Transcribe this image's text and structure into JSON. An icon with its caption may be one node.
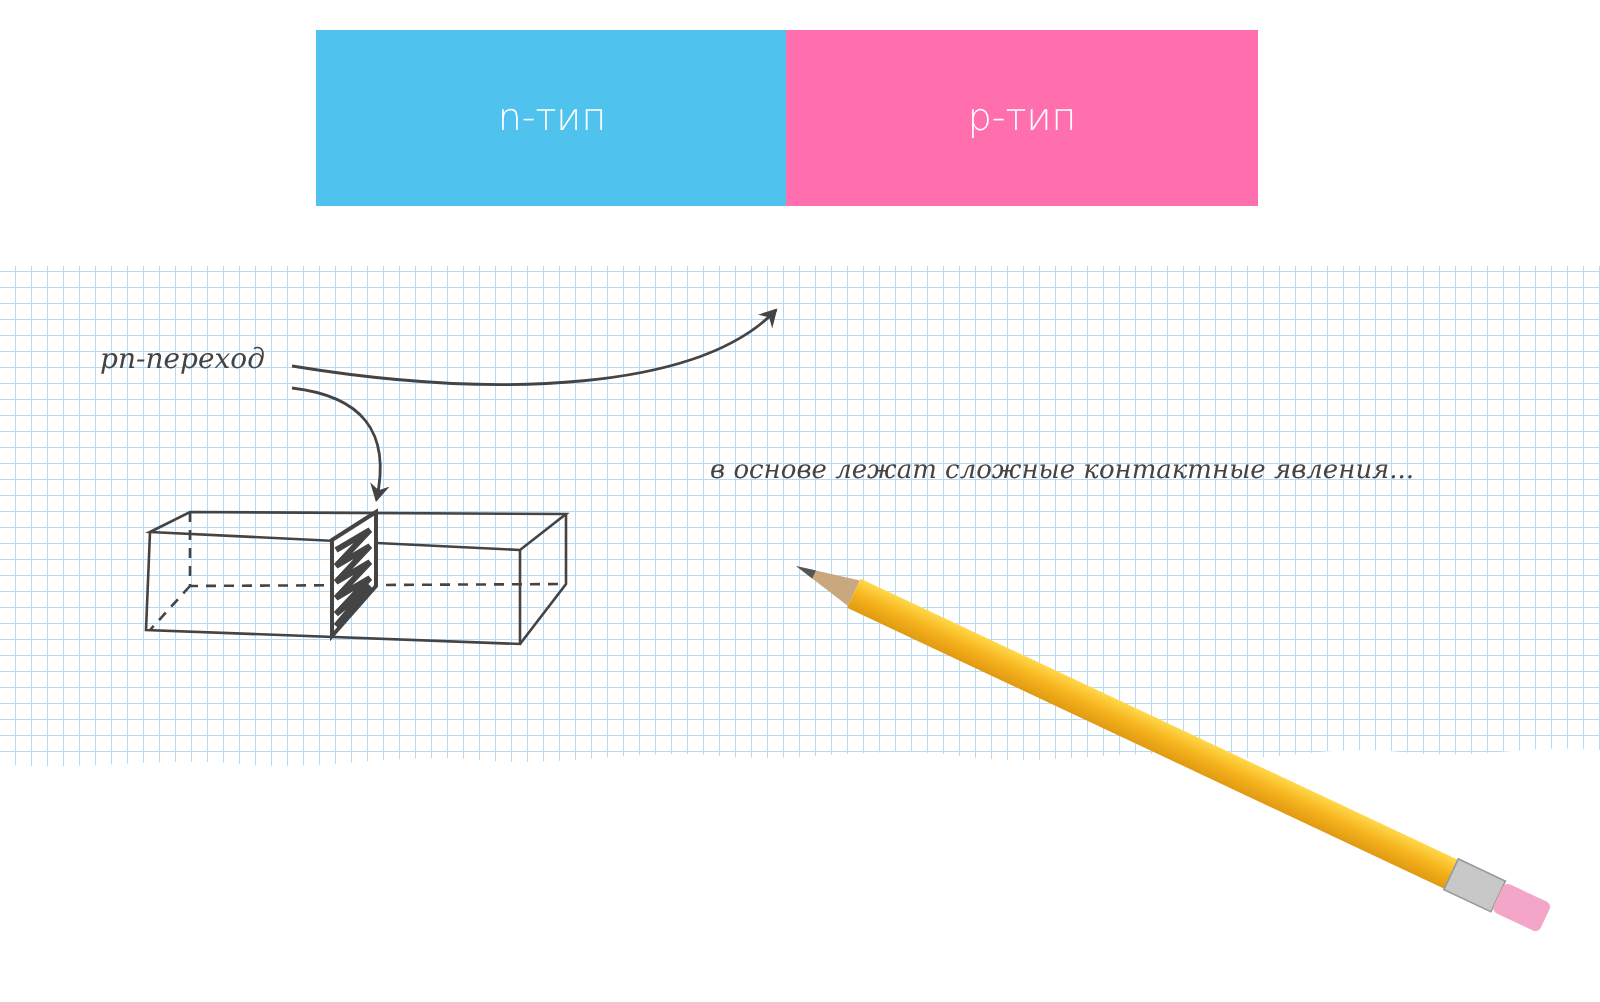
{
  "diagram": {
    "nodes": [
      {
        "text": [
          "n-тип"
        ]
      },
      {
        "text": [
          "p-тип"
        ]
      },
      {
        "text": [
          "pn-переход"
        ]
      },
      {
        "text": [],
        "shape": "picture"
      }
    ],
    "edges": [
      {
        "from": 2,
        "to": 3,
        "arrow": "to"
      },
      {
        "from": 2,
        "to": null,
        "arrow": "to"
      }
    ],
    "labels": [
      "в основе лежат сложные контактные явления..."
    ]
  }
}
